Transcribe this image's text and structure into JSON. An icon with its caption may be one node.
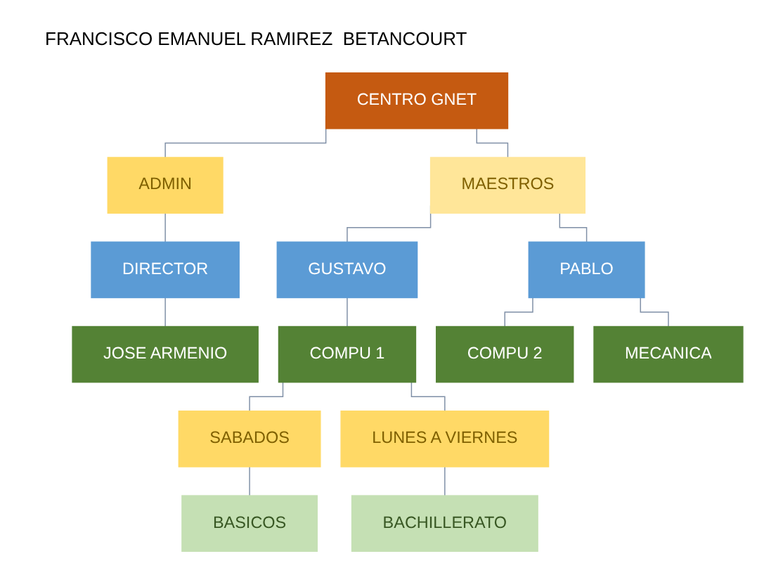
{
  "diagram": {
    "title": "FRANCISCO EMANUEL RAMIREZ  BETANCOURT",
    "nodes": [
      {
        "text": [
          "CENTRO GNET"
        ]
      },
      {
        "text": [
          "ADMIN"
        ]
      },
      {
        "text": [
          "MAESTROS"
        ]
      },
      {
        "text": [
          "DIRECTOR"
        ]
      },
      {
        "text": [
          "GUSTAVO"
        ]
      },
      {
        "text": [
          "PABLO"
        ]
      },
      {
        "text": [
          "JOSE ARMENIO"
        ]
      },
      {
        "text": [
          "COMPU 1"
        ]
      },
      {
        "text": [
          "COMPU 2"
        ]
      },
      {
        "text": [
          "MECANICA"
        ]
      },
      {
        "text": [
          "SABADOS"
        ]
      },
      {
        "text": [
          "LUNES A VIERNES"
        ]
      },
      {
        "text": [
          "BASICOS"
        ]
      },
      {
        "text": [
          "BACHILLERATO"
        ]
      }
    ],
    "edges": [
      {
        "from": 0,
        "to": 1,
        "arrow": "none"
      },
      {
        "from": 0,
        "to": 2,
        "arrow": "none"
      },
      {
        "from": 1,
        "to": 3,
        "arrow": "none"
      },
      {
        "from": 2,
        "to": 4,
        "arrow": "none"
      },
      {
        "from": 2,
        "to": 5,
        "arrow": "none"
      },
      {
        "from": 3,
        "to": 6,
        "arrow": "none"
      },
      {
        "from": 4,
        "to": 7,
        "arrow": "none"
      },
      {
        "from": 5,
        "to": 8,
        "arrow": "none"
      },
      {
        "from": 5,
        "to": 9,
        "arrow": "none"
      },
      {
        "from": 7,
        "to": 10,
        "arrow": "none"
      },
      {
        "from": 7,
        "to": 11,
        "arrow": "none"
      },
      {
        "from": 10,
        "to": 12,
        "arrow": "none"
      },
      {
        "from": 11,
        "to": 13,
        "arrow": "none"
      }
    ]
  }
}
